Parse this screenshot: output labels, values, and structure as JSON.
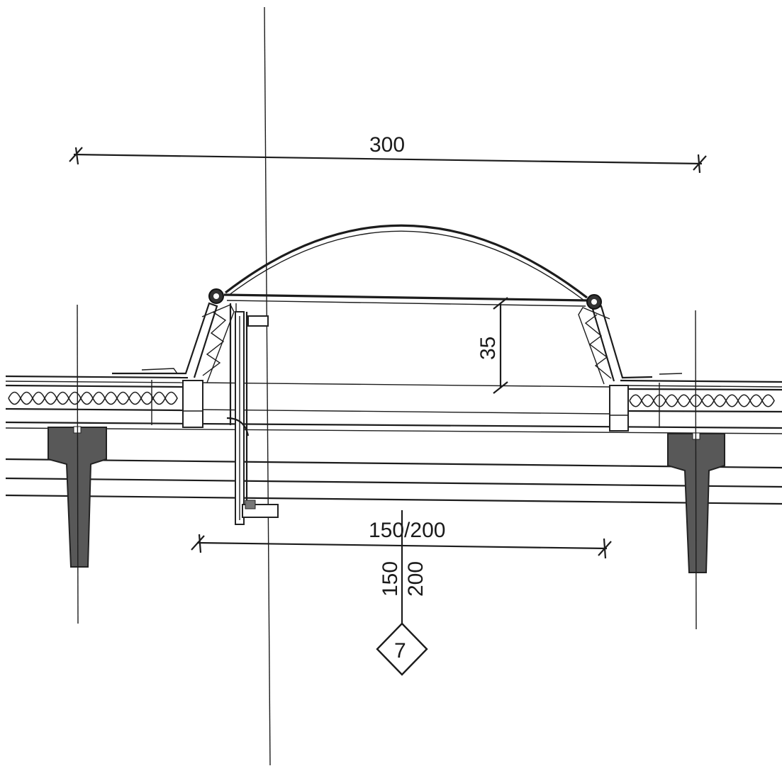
{
  "dimensions": {
    "overall_width": "300",
    "opening_width": "150/200",
    "opening_vertical_top": "150",
    "opening_vertical_bottom": "200",
    "upstand_height": "35"
  },
  "section_marker": {
    "label": "7"
  },
  "colors": {
    "ink": "#1c1c1c",
    "concrete": "#555555",
    "background": "#ffffff"
  }
}
